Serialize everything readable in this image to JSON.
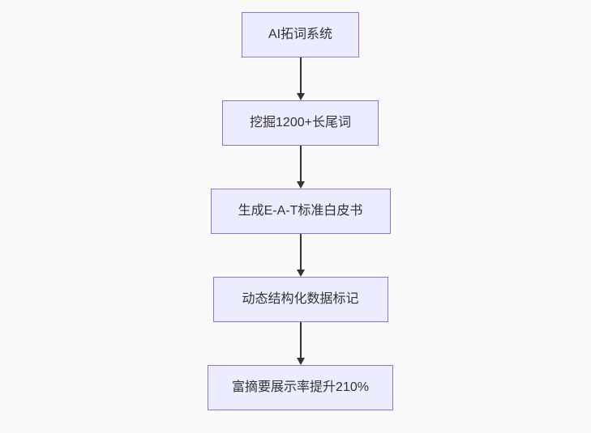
{
  "flowchart": {
    "type": "flowchart-top-down",
    "background": "#FAFAFA",
    "nodes": [
      {
        "id": "A",
        "label": "AI拓词系统"
      },
      {
        "id": "B",
        "label": "挖掘1200+长尾词"
      },
      {
        "id": "C",
        "label": "生成E-A-T标准白皮书"
      },
      {
        "id": "D",
        "label": "动态结构化数据标记"
      },
      {
        "id": "E",
        "label": "富摘要展示率提升210%"
      }
    ],
    "edges": [
      {
        "from": "A",
        "to": "B"
      },
      {
        "from": "B",
        "to": "C"
      },
      {
        "from": "C",
        "to": "D"
      },
      {
        "from": "D",
        "to": "E"
      }
    ],
    "colors": {
      "node_fill": "#ECECFF",
      "node_border": "#9370DB",
      "node_text": "#333333",
      "arrow": "#333333"
    }
  }
}
